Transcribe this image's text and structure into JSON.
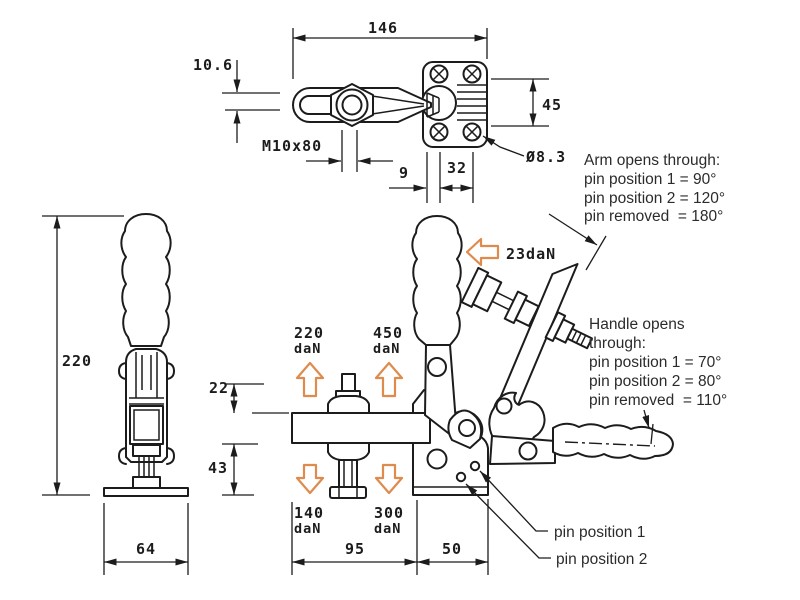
{
  "drawing": {
    "background": "#ffffff",
    "line_color": "#1c1c1c",
    "accent_color": "#de8b4d"
  },
  "top_view": {
    "width_dim": "146",
    "arm_thickness_dim": "10.6",
    "spindle_thread_dim": "M10x80",
    "offset_dim": "9",
    "hole_spacing_dim": "32",
    "plate_height_dim": "45",
    "hole_diameter_dim": "Ø8.3"
  },
  "side_view": {
    "height_dim": "220",
    "base_width_dim": "64"
  },
  "front_view": {
    "bar_offset_dim": "22",
    "base_height_dim": "43",
    "bar_length_dim": "95",
    "base_length_dim": "50",
    "forces": {
      "unit": "daN",
      "up_left": "220",
      "up_right": "450",
      "down_left": "140",
      "down_right": "300",
      "handle": "23daN"
    }
  },
  "notes": {
    "arm": {
      "title": "Arm opens through:",
      "line1": "pin position 1 = 90°",
      "line2": "pin position 2 = 120°",
      "line3": "pin removed  = 180°"
    },
    "handle": {
      "title1": "Handle opens",
      "title2": "through:",
      "line1": "pin position 1 = 70°",
      "line2": "pin position 2 = 80°",
      "line3": "pin removed  = 110°"
    },
    "pin1_label": "pin position 1",
    "pin2_label": "pin position 2"
  }
}
